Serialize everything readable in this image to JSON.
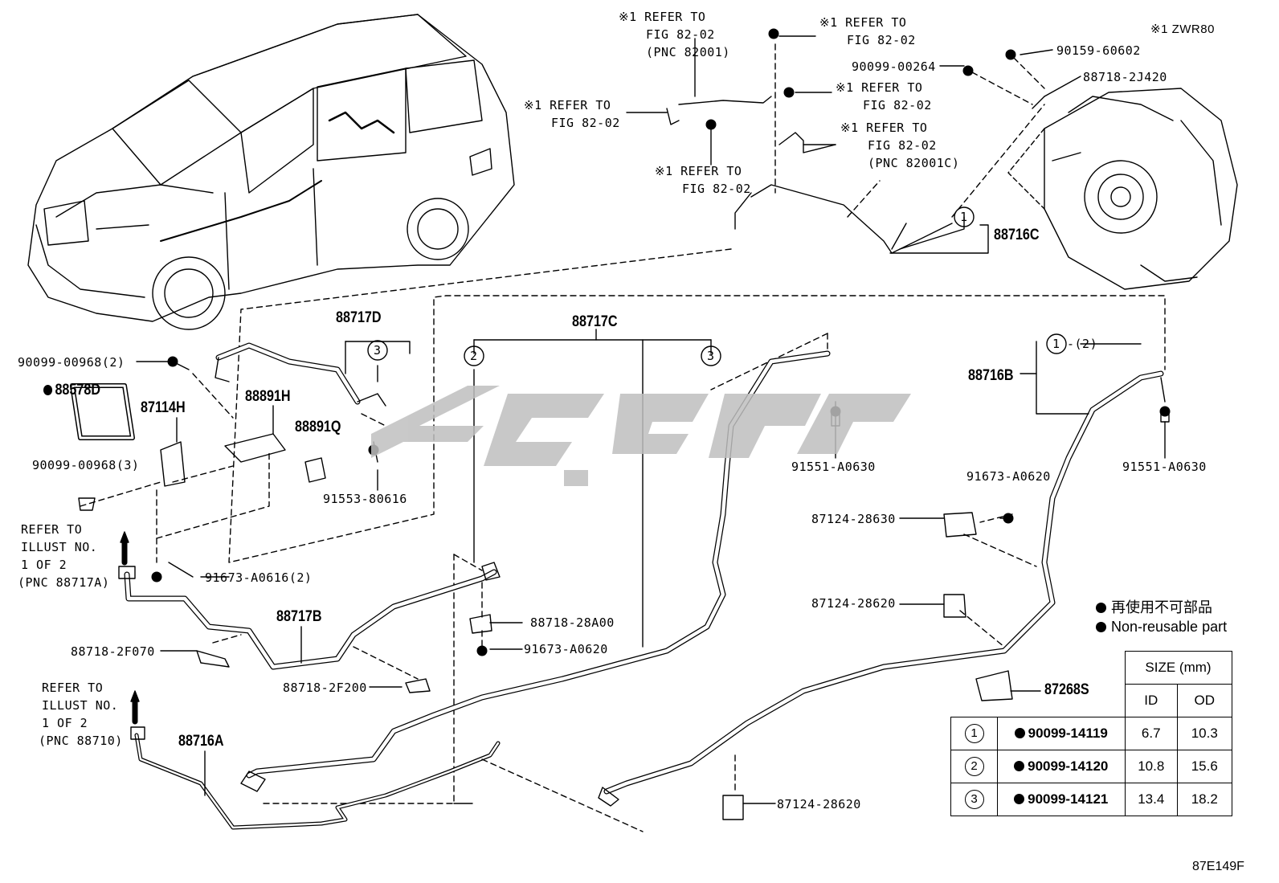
{
  "diagram_code": "87E149F",
  "model_note": "※1 ZWR80",
  "callouts": {
    "refer_a": [
      "※1 REFER TO",
      "FIG 82-02",
      "(PNC 82001)"
    ],
    "refer_b": [
      "※1 REFER TO",
      "FIG 82-02"
    ],
    "refer_c": [
      "※1 REFER TO",
      "FIG 82-02"
    ],
    "refer_d": [
      "※1 REFER TO",
      "FIG 82-02"
    ],
    "refer_e": [
      "※1 REFER TO",
      "FIG 82-02",
      "(PNC 82001C)"
    ],
    "refer_f": [
      "※1 REFER TO",
      "FIG 82-02"
    ],
    "illust_1": [
      "REFER TO",
      "ILLUST NO.",
      "1 OF 2",
      "(PNC 88717A)"
    ],
    "illust_2": [
      "REFER TO",
      "ILLUST NO.",
      "1 OF 2",
      "(PNC 88710)"
    ]
  },
  "parts": {
    "p90099_00264": "90099-00264",
    "p90159_60602": "90159-60602",
    "p88718_2J420": "88718-2J420",
    "p88716C": "88716C",
    "p88717D": "88717D",
    "p88717C": "88717C",
    "p90099_00968_2": "90099-00968(2)",
    "p88578D": "88578D",
    "p87114H": "87114H",
    "p88891H": "88891H",
    "p88891Q": "88891Q",
    "p90099_00968_3": "90099-00968(3)",
    "p91553_80616": "91553-80616",
    "p91551_A0630_a": "91551-A0630",
    "p91551_A0630_b": "91551-A0630",
    "p88716B": "88716B",
    "p91673_A0620_a": "91673-A0620",
    "p87124_28630": "87124-28630",
    "p87124_28620_a": "87124-28620",
    "p91673_A0616_2": "91673-A0616(2)",
    "p88717B": "88717B",
    "p88718_2F070": "88718-2F070",
    "p88718_2F200": "88718-2F200",
    "p88718_28A00": "88718-28A00",
    "p91673_A0620_b": "91673-A0620",
    "p87268S": "87268S",
    "p88716A": "88716A",
    "p87124_28620_b": "87124-28620"
  },
  "ref_circles": {
    "one_c": "1",
    "one_b": "1",
    "one_b_qty": "-(2)",
    "two_c": "2",
    "three_c": "3",
    "three_d": "3"
  },
  "legend": {
    "jp": "再使用不可部品",
    "en": "Non-reusable part"
  },
  "size_table": {
    "header": "SIZE (mm)",
    "col_id": "ID",
    "col_od": "OD",
    "rows": [
      {
        "ref": "1",
        "part": "90099-14119",
        "id": "6.7",
        "od": "10.3"
      },
      {
        "ref": "2",
        "part": "90099-14120",
        "id": "10.8",
        "od": "15.6"
      },
      {
        "ref": "3",
        "part": "90099-14121",
        "id": "13.4",
        "od": "18.2"
      }
    ]
  }
}
